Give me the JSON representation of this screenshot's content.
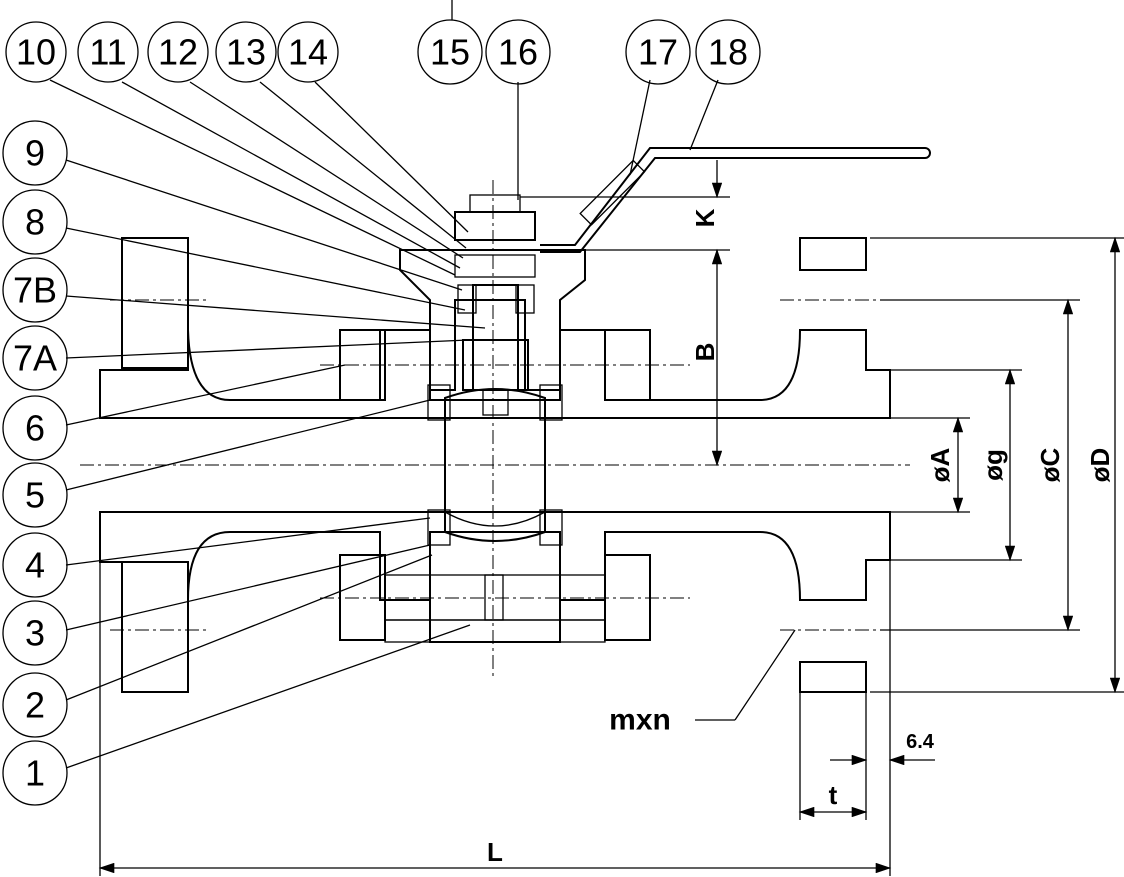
{
  "title": "Flanged ball valve sectional drawing",
  "part_callouts_top": [
    "10",
    "11",
    "12",
    "13",
    "14",
    "15",
    "16",
    "17",
    "18"
  ],
  "part_callouts_left": [
    "9",
    "8",
    "7B",
    "7A",
    "6",
    "5",
    "4",
    "3",
    "2",
    "1"
  ],
  "dimensions": {
    "K": "K",
    "B": "B",
    "A": "øA",
    "g": "øg",
    "C": "øC",
    "D": "øD",
    "bolts": "mxn",
    "raised_face": "6.4",
    "thickness": "t",
    "length": "L"
  }
}
